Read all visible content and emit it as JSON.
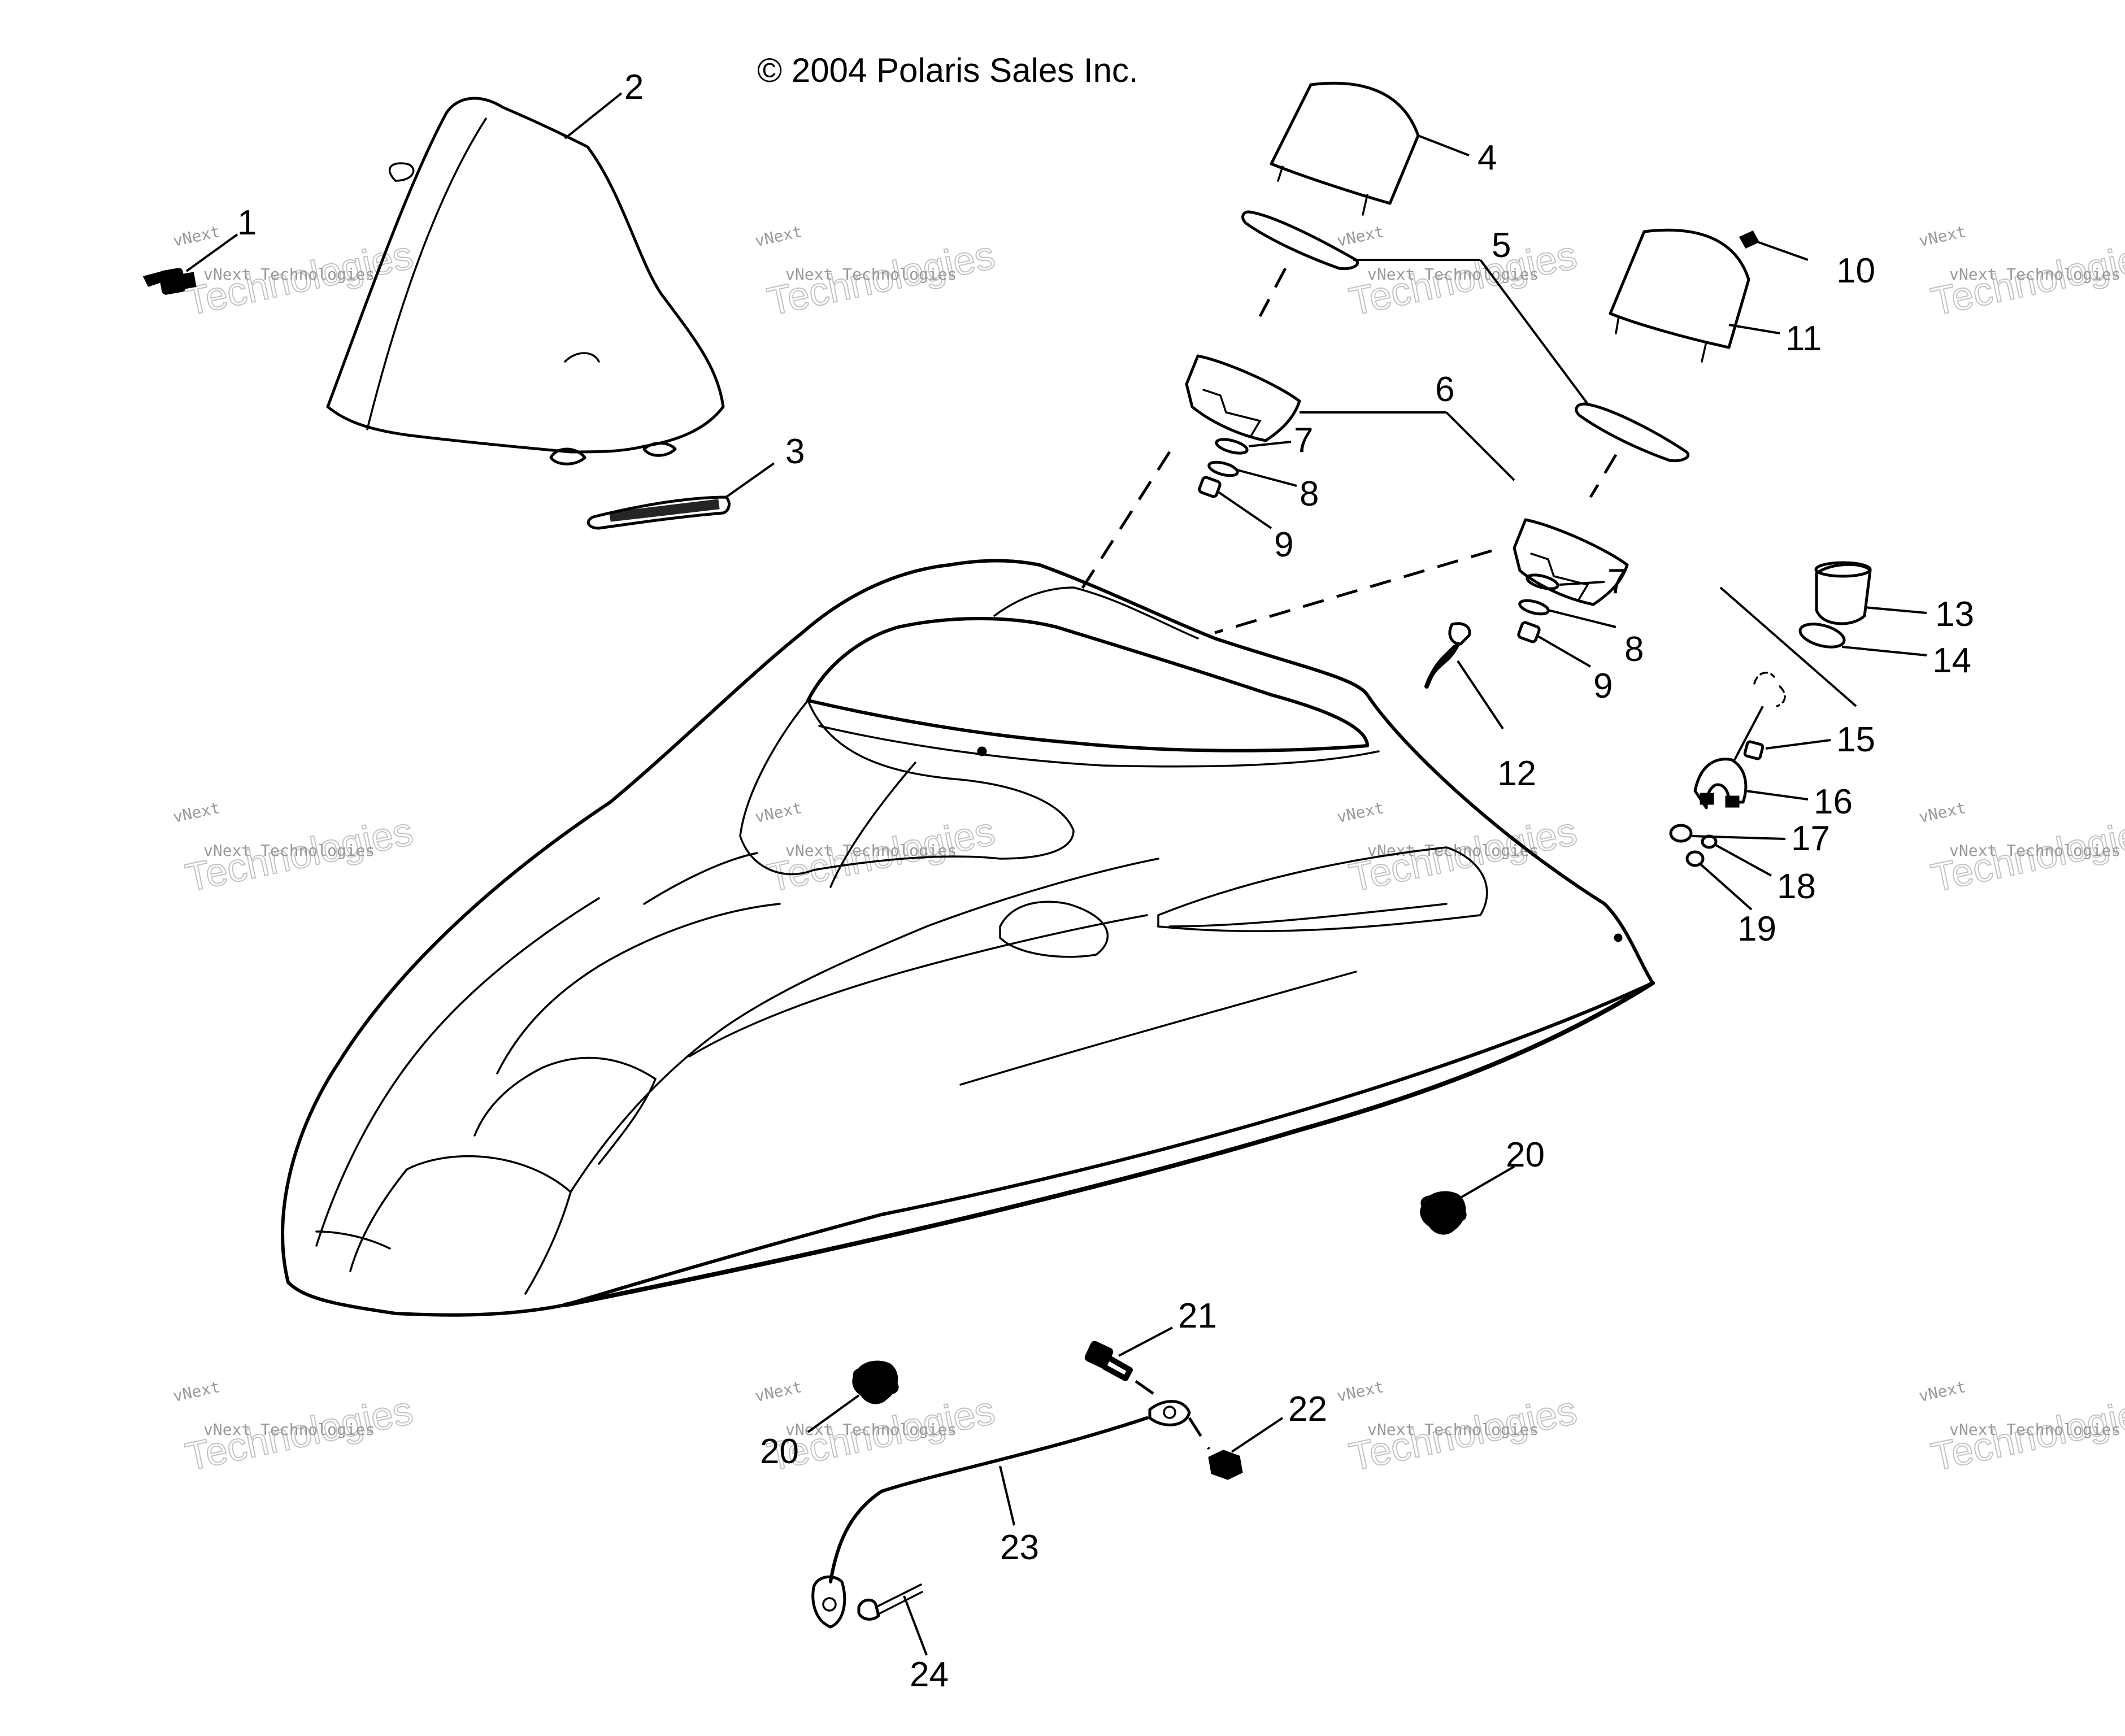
{
  "copyright": "© 2004 Polaris Sales Inc.",
  "watermark": {
    "line1": "vNext",
    "line2": "vNext Technologies",
    "line3": "Technologies"
  },
  "callouts": {
    "c1": "1",
    "c2": "2",
    "c3": "3",
    "c4": "4",
    "c5": "5",
    "c6": "6",
    "c7a": "7",
    "c7b": "7",
    "c8a": "8",
    "c8b": "8",
    "c9a": "9",
    "c9b": "9",
    "c10": "10",
    "c11": "11",
    "c12": "12",
    "c13": "13",
    "c14": "14",
    "c15": "15",
    "c16": "16",
    "c17": "17",
    "c18": "18",
    "c19": "19",
    "c20a": "20",
    "c20b": "20",
    "c21": "21",
    "c22": "22",
    "c23": "23",
    "c24": "24"
  }
}
